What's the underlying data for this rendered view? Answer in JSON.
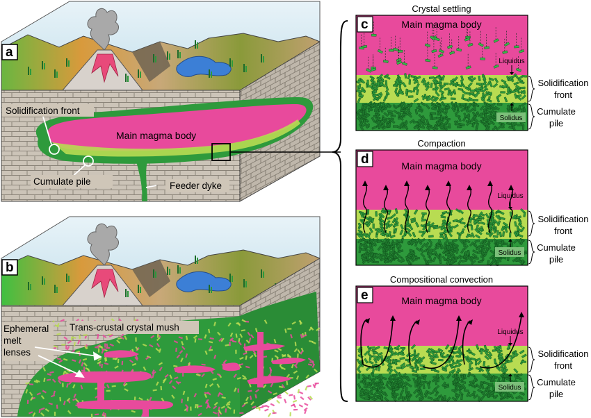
{
  "panels": {
    "a": {
      "tag": "a",
      "labels": {
        "solidification_front": "Solidification front",
        "main_magma_body": "Main magma body",
        "cumulate_pile": "Cumulate pile",
        "feeder_dyke": "Feeder dyke"
      }
    },
    "b": {
      "tag": "b",
      "labels": {
        "trans_crustal_mush": "Trans-crustal crystal mush",
        "ephemeral_1": "Ephemeral",
        "ephemeral_2": "melt",
        "ephemeral_3": "lenses"
      }
    },
    "c": {
      "tag": "c",
      "title": "Crystal settling",
      "body": "Main magma body",
      "liquidus": "Liquidus",
      "solidus": "Solidus",
      "front_1": "Solidification",
      "front_2": "front",
      "pile_1": "Cumulate",
      "pile_2": "pile"
    },
    "d": {
      "tag": "d",
      "title": "Compaction",
      "body": "Main magma body",
      "liquidus": "Liquidus",
      "solidus": "Solidus",
      "front_1": "Solidification",
      "front_2": "front",
      "pile_1": "Cumulate",
      "pile_2": "pile"
    },
    "e": {
      "tag": "e",
      "title": "Compositional convection",
      "body": "Main magma body",
      "liquidus": "Liquidus",
      "solidus": "Solidus",
      "front_1": "Solidification",
      "front_2": "front",
      "pile_1": "Cumulate",
      "pile_2": "pile"
    }
  },
  "colors": {
    "magma": "#e84a9c",
    "mush_light": "#b8dc52",
    "mush_dark": "#2e9a3c",
    "crystal": "#1c7a2c",
    "brick": "#c8c0b4",
    "sky": "#cfe6f0",
    "label_box": "#cfc6b8"
  }
}
